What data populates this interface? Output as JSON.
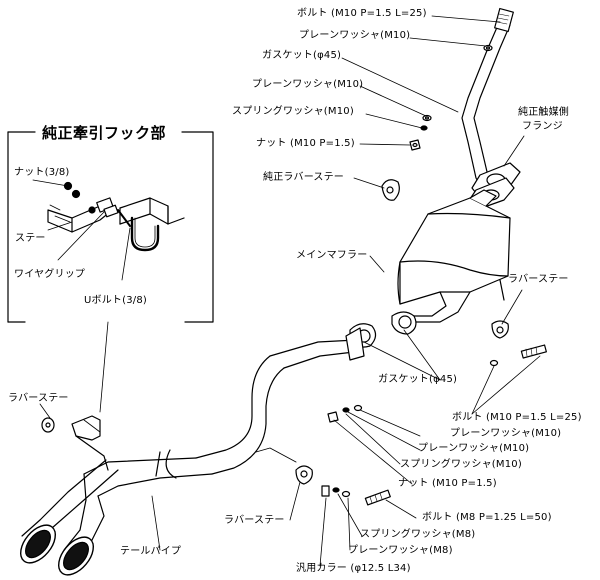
{
  "detail": {
    "title": "純正牽引フック部",
    "nut": "ナット(3/8)",
    "stay": "ステー",
    "wire_grip": "ワイヤグリップ",
    "u_bolt": "Uボルト(3/8)"
  },
  "labels": {
    "bolt_top": "ボルト (M10 P=1.5 L=25)",
    "washer_top": "プレーンワッシャ(M10)",
    "gasket_top": "ガスケット(φ45)",
    "washer_mid": "プレーンワッシャ(M10)",
    "spring_mid": "スプリングワッシャ(M10)",
    "nut_mid": "ナット (M10 P=1.5)",
    "oem_flange_line1": "純正触媒側",
    "oem_flange_line2": "フランジ",
    "oem_rubber_stay": "純正ラバーステー",
    "main_muffler": "メインマフラー",
    "rubber_stay_right": "ラバーステー",
    "gasket_mid": "ガスケット(φ45)",
    "bolt_mid": "ボルト (M10 P=1.5 L=25)",
    "washer_low1": "プレーンワッシャ(M10)",
    "washer_low2": "プレーンワッシャ(M10)",
    "spring_low": "スプリングワッシャ(M10)",
    "nut_low": "ナット (M10 P=1.5)",
    "rubber_stay_left": "ラバーステー",
    "rubber_stay_bottom": "ラバーステー",
    "bolt_m8": "ボルト (M8 P=1.25 L=50)",
    "spring_m8": "スプリングワッシャ(M8)",
    "washer_m8": "プレーンワッシャ(M8)",
    "collar": "汎用カラー (φ12.5 L34)",
    "tail_pipe": "テールパイプ"
  }
}
